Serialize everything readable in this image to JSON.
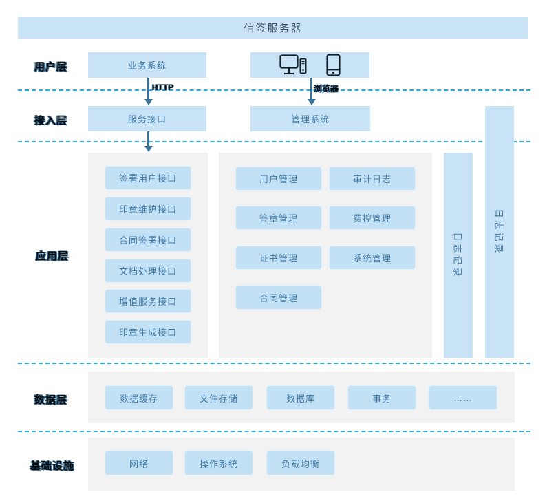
{
  "title": "信签服务器",
  "colors": {
    "box_fill": "#c7e3f5",
    "small_box_fill": "#c3e1f4",
    "panel_fill": "#f2f2f2",
    "box_text": "#3f7aa6",
    "title_text": "#3b5166",
    "arrow": "#3a7196",
    "dashed_line": "#29abe2",
    "label_accent": "#2e6b96",
    "log_text": "#47799f",
    "device_icon_stroke": "#13202c"
  },
  "icons": {
    "desktop": "desktop-computer-icon",
    "phone": "mobile-phone-icon"
  },
  "layers": {
    "user": {
      "label": "用户层",
      "business_system": "业务系统"
    },
    "connections": {
      "http_label": "HTTP",
      "browser_label": "浏览器"
    },
    "access": {
      "label": "接入层",
      "service_interface": "服务接口",
      "management_system": "管理系统"
    },
    "application": {
      "label": "应用层",
      "interface_boxes": [
        "签署用户接口",
        "印章维护接口",
        "合同签署接口",
        "文档处理接口",
        "增值服务接口",
        "印章生成接口"
      ],
      "management_boxes": [
        "用户管理",
        "审计日志",
        "签章管理",
        "费控管理",
        "证书管理",
        "系统管理",
        "合同管理"
      ],
      "log_bar_inner": "日志记录",
      "log_bar_outer": "日志记录"
    },
    "data": {
      "label": "数据层",
      "boxes": [
        "数据缓存",
        "文件存储",
        "数据库",
        "事务",
        "……"
      ]
    },
    "infrastructure": {
      "label": "基础设施",
      "boxes": [
        "网络",
        "操作系统",
        "负载均衡"
      ]
    }
  }
}
